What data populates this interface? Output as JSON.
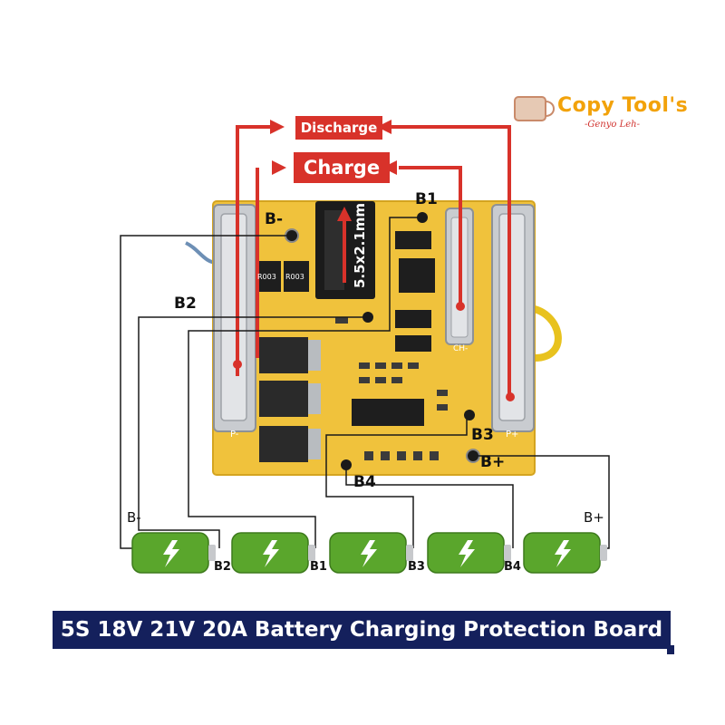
{
  "logo": {
    "main_text": "Copy Tool's",
    "sub_text": "-Genyo Leh-"
  },
  "arrows": {
    "discharge_label": "Discharge",
    "charge_label": "Charge"
  },
  "board": {
    "pads": {
      "b_minus": "B-",
      "b1": "B1",
      "b2": "B2",
      "b3": "B3",
      "b4": "B4",
      "b_plus": "B+"
    },
    "silkscreen": {
      "p_minus": "P-",
      "p_plus": "P+",
      "ch_minus": "CH-",
      "r1": "R003",
      "r2": "R003"
    },
    "connector_size": "5.5x2.1mm"
  },
  "cells": {
    "count": 5,
    "left_label": "B-",
    "right_label": "B+",
    "junction_labels": [
      "B2",
      "B1",
      "B3",
      "B4"
    ]
  },
  "title": "5S 18V 21V 20A Battery Charging Protection Board",
  "colors": {
    "board": "#f0c23c",
    "wire_red": "#d8322a",
    "cell_green": "#5aa62c",
    "title_bg": "#14205c",
    "logo_orange": "#f2a20a"
  }
}
